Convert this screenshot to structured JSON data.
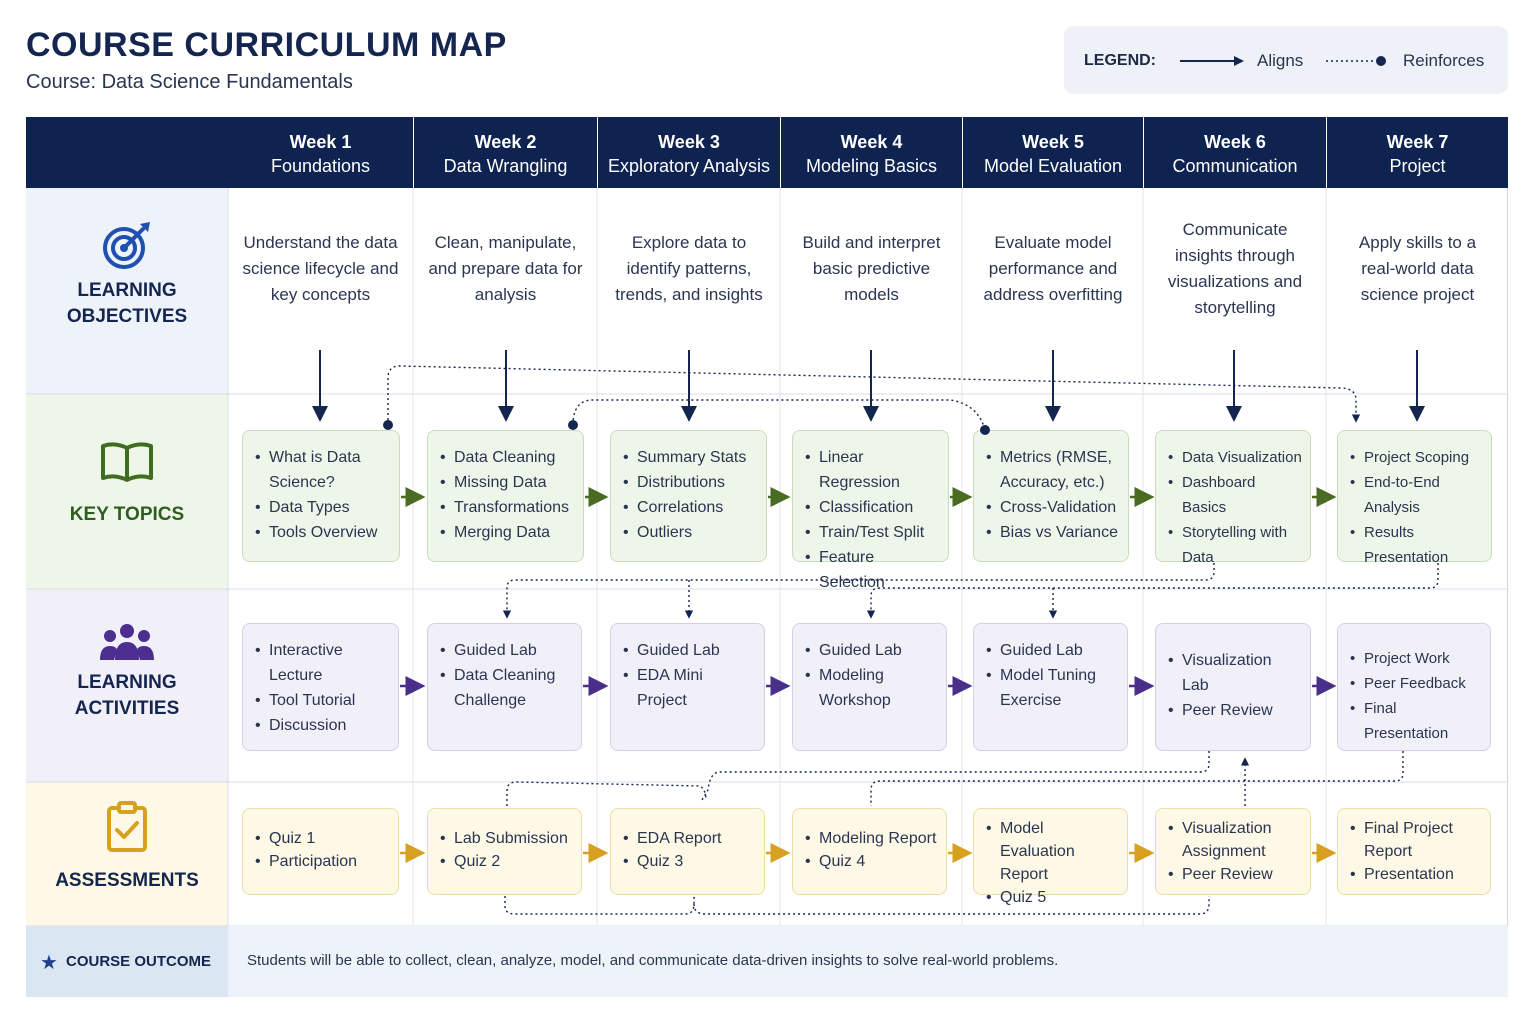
{
  "title": "COURSE CURRICULUM MAP",
  "subtitle": "Course: Data Science Fundamentals",
  "legend": {
    "label": "LEGEND:",
    "aligns": "Aligns",
    "reinforces": "Reinforces"
  },
  "weeks": [
    {
      "week": "Week 1",
      "title": "Foundations"
    },
    {
      "week": "Week 2",
      "title": "Data Wrangling"
    },
    {
      "week": "Week 3",
      "title": "Exploratory Analysis"
    },
    {
      "week": "Week 4",
      "title": "Modeling Basics"
    },
    {
      "week": "Week 5",
      "title": "Model Evaluation"
    },
    {
      "week": "Week 6",
      "title": "Communication"
    },
    {
      "week": "Week 7",
      "title": "Project"
    }
  ],
  "rows": {
    "objectives": {
      "line1": "LEARNING",
      "line2": "OBJECTIVES",
      "icon": "target-icon",
      "color": "#14264f"
    },
    "topics": {
      "line1": "KEY TOPICS",
      "icon": "book-icon",
      "color": "#2f5d1e"
    },
    "activities": {
      "line1": "LEARNING",
      "line2": "ACTIVITIES",
      "icon": "group-icon",
      "color": "#14264f"
    },
    "assessments": {
      "line1": "ASSESSMENTS",
      "icon": "clipboard-check-icon",
      "color": "#14264f"
    }
  },
  "objectives": [
    "Understand the data science lifecycle and key concepts",
    "Clean, manipulate, and prepare data for analysis",
    "Explore data to identify patterns, trends, and insights",
    "Build and interpret basic predictive models",
    "Evaluate model performance and address overfitting",
    "Communicate insights through visualizations and storytelling",
    "Apply skills to a real-world data science project"
  ],
  "topics": [
    [
      "What is Data Science?",
      "Data Types",
      "Tools Overview"
    ],
    [
      "Data Cleaning",
      "Missing Data",
      "Transformations",
      "Merging Data"
    ],
    [
      "Summary Stats",
      "Distributions",
      "Correlations",
      "Outliers"
    ],
    [
      "Linear Regression",
      "Classification",
      "Train/Test Split",
      "Feature Selection"
    ],
    [
      "Metrics (RMSE, Accuracy, etc.)",
      "Cross-Validation",
      "Bias vs Variance"
    ],
    [
      "Data Visualization",
      "Dashboard Basics",
      "Storytelling with Data"
    ],
    [
      "Project Scoping",
      "End-to-End Analysis",
      "Results Presentation"
    ]
  ],
  "activities": [
    [
      "Interactive Lecture",
      "Tool Tutorial",
      "Discussion"
    ],
    [
      "Guided Lab",
      "Data Cleaning Challenge"
    ],
    [
      "Guided Lab",
      "EDA Mini Project"
    ],
    [
      "Guided Lab",
      "Modeling Workshop"
    ],
    [
      "Guided Lab",
      "Model Tuning Exercise"
    ],
    [
      "Visualization Lab",
      "Peer Review"
    ],
    [
      "Project Work",
      "Peer Feedback",
      "Final Presentation"
    ]
  ],
  "assessments": [
    [
      "Quiz 1",
      "Participation"
    ],
    [
      "Lab Submission",
      "Quiz 2"
    ],
    [
      "EDA Report",
      "Quiz 3"
    ],
    [
      "Modeling Report",
      "Quiz 4"
    ],
    [
      "Model Evaluation Report",
      "Quiz 5"
    ],
    [
      "Visualization Assignment",
      "Peer Review"
    ],
    [
      "Final Project Report",
      "Presentation"
    ]
  ],
  "outcome": {
    "label": "COURSE OUTCOME",
    "icon": "star-icon",
    "text": "Students will be able to collect, clean, analyze, model, and communicate data-driven insights to solve real-world problems."
  },
  "colors": {
    "header": "#0f2350",
    "topic_arrow": "#4a6b22",
    "activity_arrow": "#4a2f8a",
    "assessment_arrow": "#d8a020",
    "align_arrow": "#14264f"
  }
}
